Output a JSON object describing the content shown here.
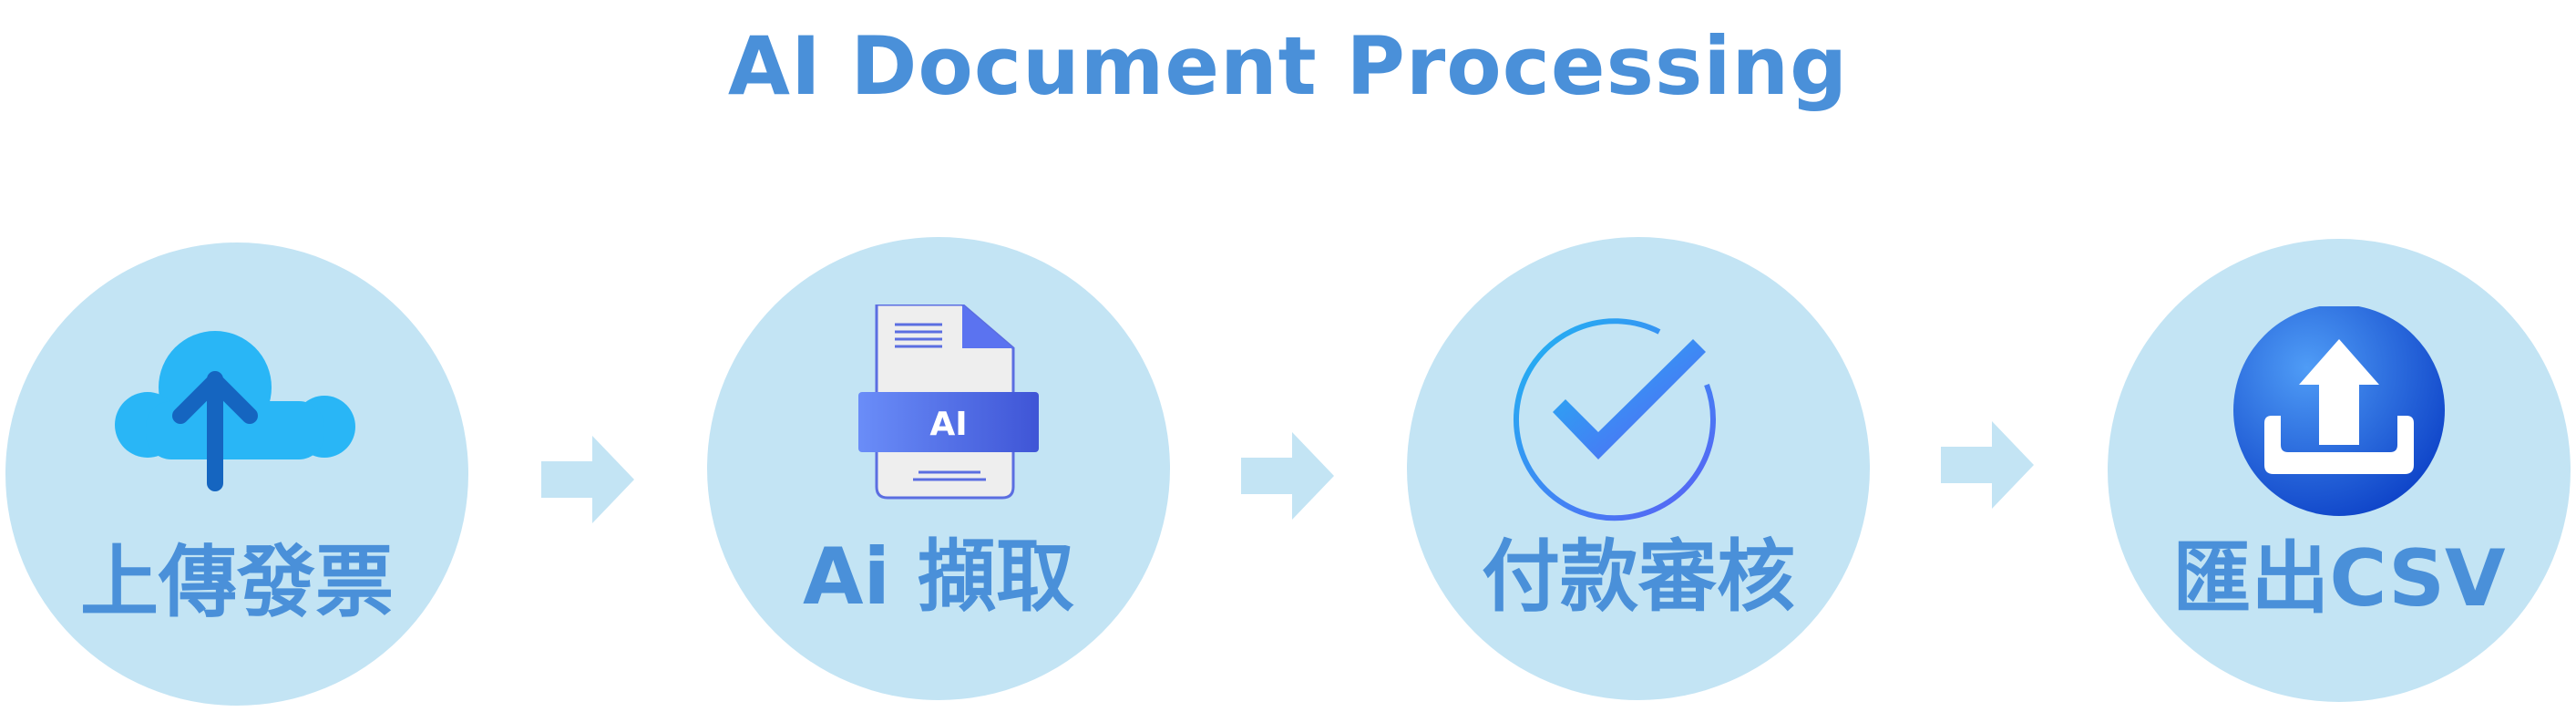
{
  "title": "AI Document Processing",
  "steps": [
    {
      "label": "上傳發票",
      "icon": "cloud-upload-icon"
    },
    {
      "label": "Ai 擷取",
      "icon": "ai-document-icon"
    },
    {
      "label": "付款審核",
      "icon": "checkmark-circle-icon"
    },
    {
      "label": "匯出CSV",
      "icon": "download-tray-icon"
    }
  ],
  "colors": {
    "title": "#4a90d9",
    "label": "#4a90d9",
    "circle": "#c3e4f4",
    "arrow": "#c3e4f4"
  }
}
